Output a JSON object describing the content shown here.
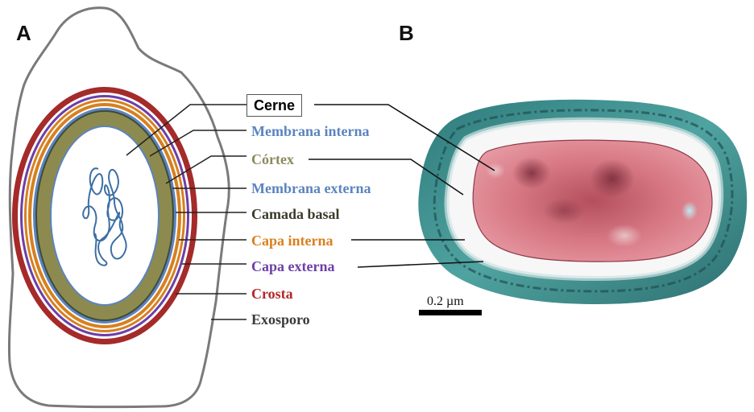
{
  "panels": {
    "a": "A",
    "b": "B"
  },
  "labels": [
    {
      "key": "core",
      "text": "Cerne",
      "color": "#000000"
    },
    {
      "key": "inner_membrane",
      "text": "Membrana interna",
      "color": "#5b84be"
    },
    {
      "key": "cortex",
      "text": "Córtex",
      "color": "#8c8a5e"
    },
    {
      "key": "outer_membrane",
      "text": "Membrana externa",
      "color": "#5b84be"
    },
    {
      "key": "basal_layer",
      "text": "Camada basal",
      "color": "#3b3a2a"
    },
    {
      "key": "inner_coat",
      "text": "Capa interna",
      "color": "#d8801e"
    },
    {
      "key": "outer_coat",
      "text": "Capa externa",
      "color": "#6c3fa8"
    },
    {
      "key": "crust",
      "text": "Crosta",
      "color": "#b22a2a"
    },
    {
      "key": "exosporium",
      "text": "Exosporo",
      "color": "#3a3a3a"
    }
  ],
  "scale_bar": {
    "text": "0.2 µm"
  }
}
